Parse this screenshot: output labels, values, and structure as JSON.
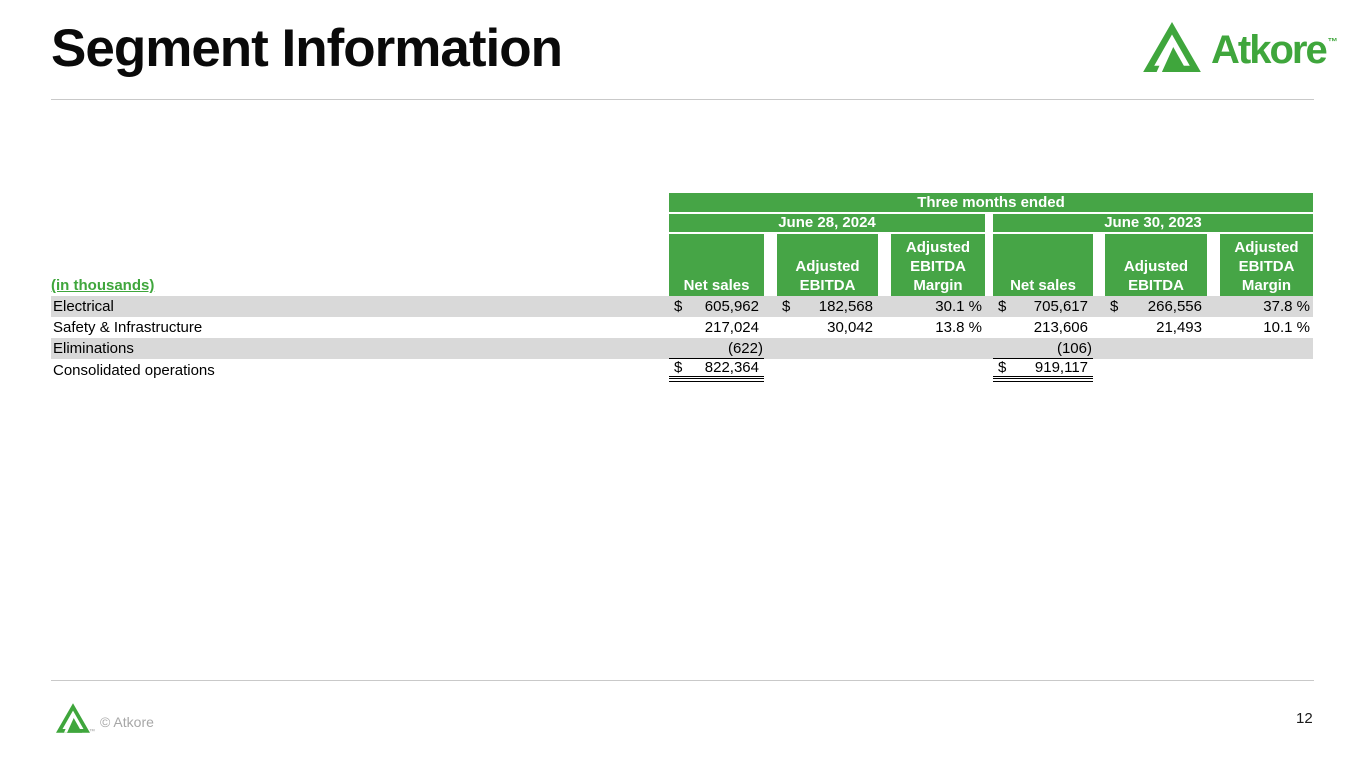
{
  "slide": {
    "title": "Segment Information",
    "page_number": "12",
    "copyright": "© Atkore",
    "logo": {
      "brand": "Atkore",
      "trademark": "™"
    }
  },
  "colors": {
    "table_green": "#46a546",
    "brand_green": "#3fa63c",
    "row_stripe": "#d9d9d9"
  },
  "table": {
    "in_thousands": "(in thousands)",
    "span_header": "Three months ended",
    "groups": [
      {
        "period": "June 28, 2024",
        "columns": [
          "Net sales",
          "Adjusted EBITDA",
          "Adjusted EBITDA Margin"
        ]
      },
      {
        "period": "June 30, 2023",
        "columns": [
          "Net sales",
          "Adjusted EBITDA",
          "Adjusted EBITDA Margin"
        ]
      }
    ],
    "rows": [
      {
        "label": "Electrical",
        "cells": [
          {
            "currency": "$",
            "value": "605,962"
          },
          {
            "currency": "$",
            "value": "182,568"
          },
          {
            "value": "30.1 %"
          },
          {
            "currency": "$",
            "value": "705,617"
          },
          {
            "currency": "$",
            "value": "266,556"
          },
          {
            "value": "37.8 %"
          }
        ]
      },
      {
        "label": "Safety & Infrastructure",
        "cells": [
          {
            "value": "217,024"
          },
          {
            "value": "30,042"
          },
          {
            "value": "13.8 %"
          },
          {
            "value": "213,606"
          },
          {
            "value": "21,493"
          },
          {
            "value": "10.1 %"
          }
        ]
      },
      {
        "label": "Eliminations",
        "cells": [
          {
            "value": "(622)"
          },
          {},
          {},
          {
            "value": "(106)"
          },
          {},
          {}
        ]
      },
      {
        "label": "Consolidated operations",
        "cells": [
          {
            "currency": "$",
            "value": "822,364"
          },
          {},
          {},
          {
            "currency": "$",
            "value": "919,117"
          },
          {},
          {}
        ]
      }
    ]
  }
}
